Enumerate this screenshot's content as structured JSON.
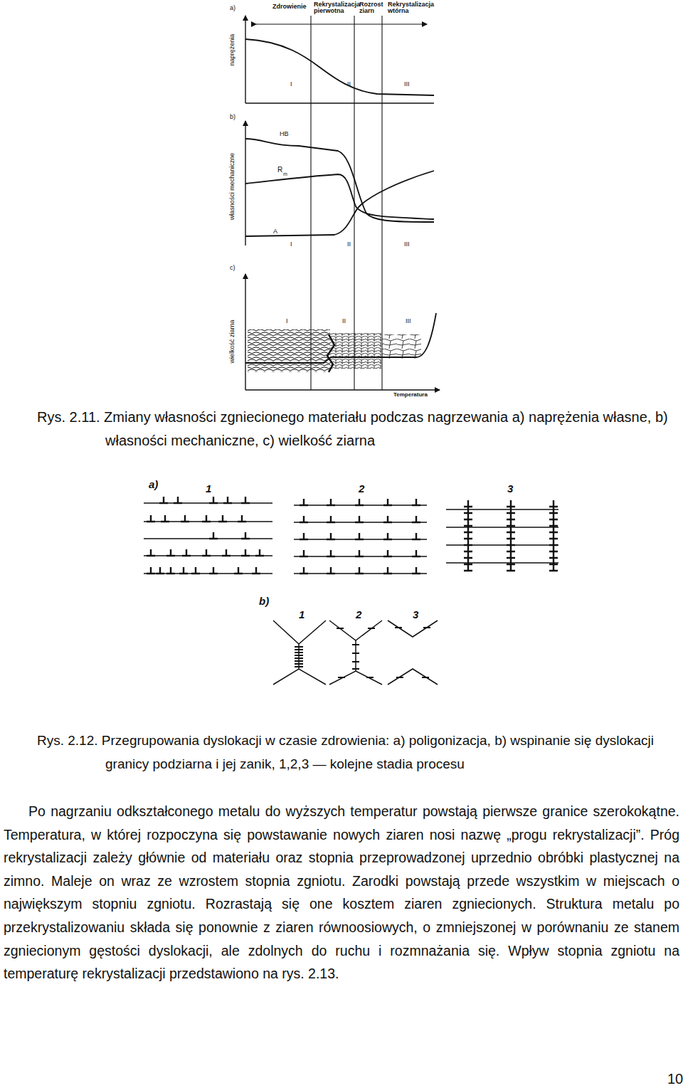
{
  "diagram": {
    "labels": [
      "a)",
      "Zdrowienie",
      "Rekrystalizacja pierwotna",
      "Rozrost ziarn",
      "Rekrystalizacja wtórna",
      "naprężenia",
      "I",
      "II",
      "III",
      "b)",
      "HB",
      "R",
      "m",
      "A",
      "własności mechaniczne",
      "I",
      "II",
      "III",
      "c)",
      "wielkość ziarna",
      "I",
      "II",
      "III",
      "Temperatura",
      "Rys. 2.11. Zmiany własności zgniecionego materiału podczas nagrzewania a) naprężenia własne, b) własności mechaniczne, c) wielkość ziarna",
      "a)",
      "1",
      "2",
      "3",
      "b)",
      "1",
      "2",
      "3",
      "Rys. 2.12. Przegrupowania dyslokacji w czasie zdrowienia: a) poligonizacja, b) wspinanie się dyslokacji granicy podziarna i jej zanik, 1,2,3 — kolejne stadia procesu",
      "Po nagrzaniu odkształconego metalu do wyższych temperatur powstają pierwsze granice szerokokątne. Temperatura, w której rozpoczyna się powstawanie nowych ziaren nosi nazwę „progu rekrystalizacji”. Próg rekrystalizacji zależy głównie od materiału oraz stopnia przeprowadzonej uprzednio obróbki plastycznej na zimno. Maleje on wraz ze wzrostem stopnia zgniotu. Zarodki powstają przede wszystkim w miejscach o największym stopniu zgniotu. Rozrastają się one kosztem ziaren zgniecionych. Struktura metalu po przekrystalizowaniu składa się ponownie z ziaren równoosiowych, o zmniejszonej w porównaniu ze stanem zgniecionym gęstości dyslokacji, ale zdolnych do ruchu i rozmnażania się. Wpływ stopnia zgniotu na temperaturę rekrystalizacji przedstawiono na rys. 2.13.",
      "10"
    ]
  }
}
